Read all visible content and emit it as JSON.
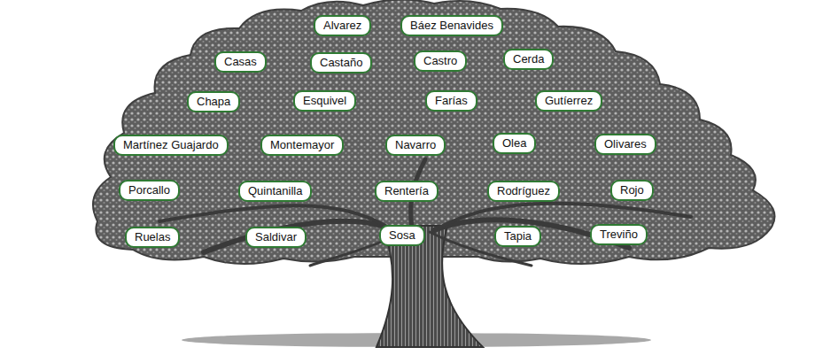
{
  "diagram": {
    "nodes": [
      {
        "text": [
          "Alvarez"
        ]
      },
      {
        "text": [
          "Báez Benavides"
        ]
      },
      {
        "text": [
          "Casas"
        ]
      },
      {
        "text": [
          "Castaño"
        ]
      },
      {
        "text": [
          "Castro"
        ]
      },
      {
        "text": [
          "Cerda"
        ]
      },
      {
        "text": [
          "Chapa"
        ]
      },
      {
        "text": [
          "Esquivel"
        ]
      },
      {
        "text": [
          "Farías"
        ]
      },
      {
        "text": [
          "Gutíerrez"
        ]
      },
      {
        "text": [
          "Martínez Guajardo"
        ]
      },
      {
        "text": [
          "Montemayor"
        ]
      },
      {
        "text": [
          "Navarro"
        ]
      },
      {
        "text": [
          "Olea"
        ]
      },
      {
        "text": [
          "Olivares"
        ]
      },
      {
        "text": [
          "Porcallo"
        ]
      },
      {
        "text": [
          "Quintanilla"
        ]
      },
      {
        "text": [
          "Rentería"
        ]
      },
      {
        "text": [
          "Rodríguez"
        ]
      },
      {
        "text": [
          "Rojo"
        ]
      },
      {
        "text": [
          "Ruelas"
        ]
      },
      {
        "text": [
          "Saldivar"
        ]
      },
      {
        "text": [
          "Sosa"
        ]
      },
      {
        "text": [
          "Tapia"
        ]
      },
      {
        "text": [
          "Treviño"
        ]
      }
    ]
  }
}
